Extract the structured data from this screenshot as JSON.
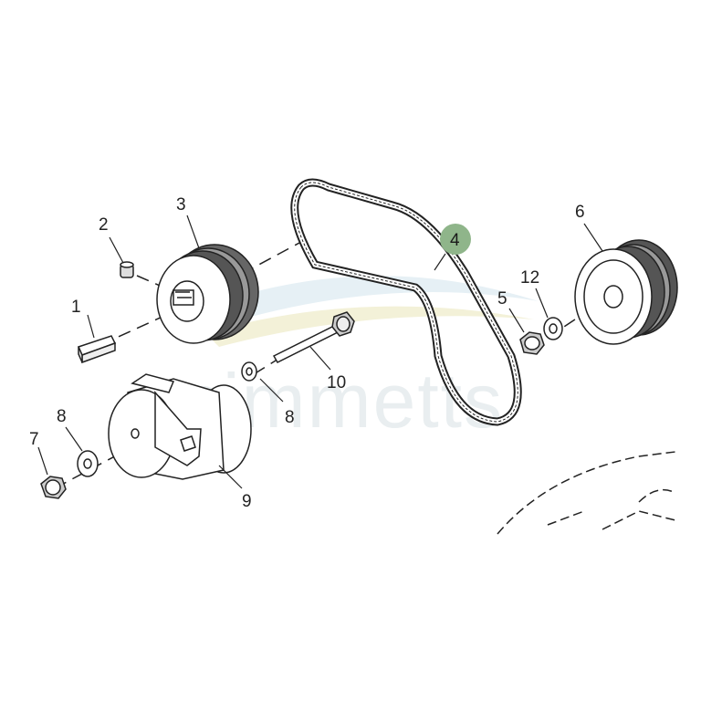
{
  "diagram": {
    "watermark": "simmetts",
    "highlight_color": "#8fb58a",
    "highlighted_part": "4",
    "parts": [
      {
        "key": "p1",
        "label": "1"
      },
      {
        "key": "p2",
        "label": "2"
      },
      {
        "key": "p3",
        "label": "3"
      },
      {
        "key": "p4",
        "label": "4"
      },
      {
        "key": "p5",
        "label": "5"
      },
      {
        "key": "p6",
        "label": "6"
      },
      {
        "key": "p7",
        "label": "7"
      },
      {
        "key": "p8a",
        "label": "8"
      },
      {
        "key": "p8b",
        "label": "8"
      },
      {
        "key": "p9",
        "label": "9"
      },
      {
        "key": "p10",
        "label": "10"
      },
      {
        "key": "p12",
        "label": "12"
      }
    ]
  }
}
